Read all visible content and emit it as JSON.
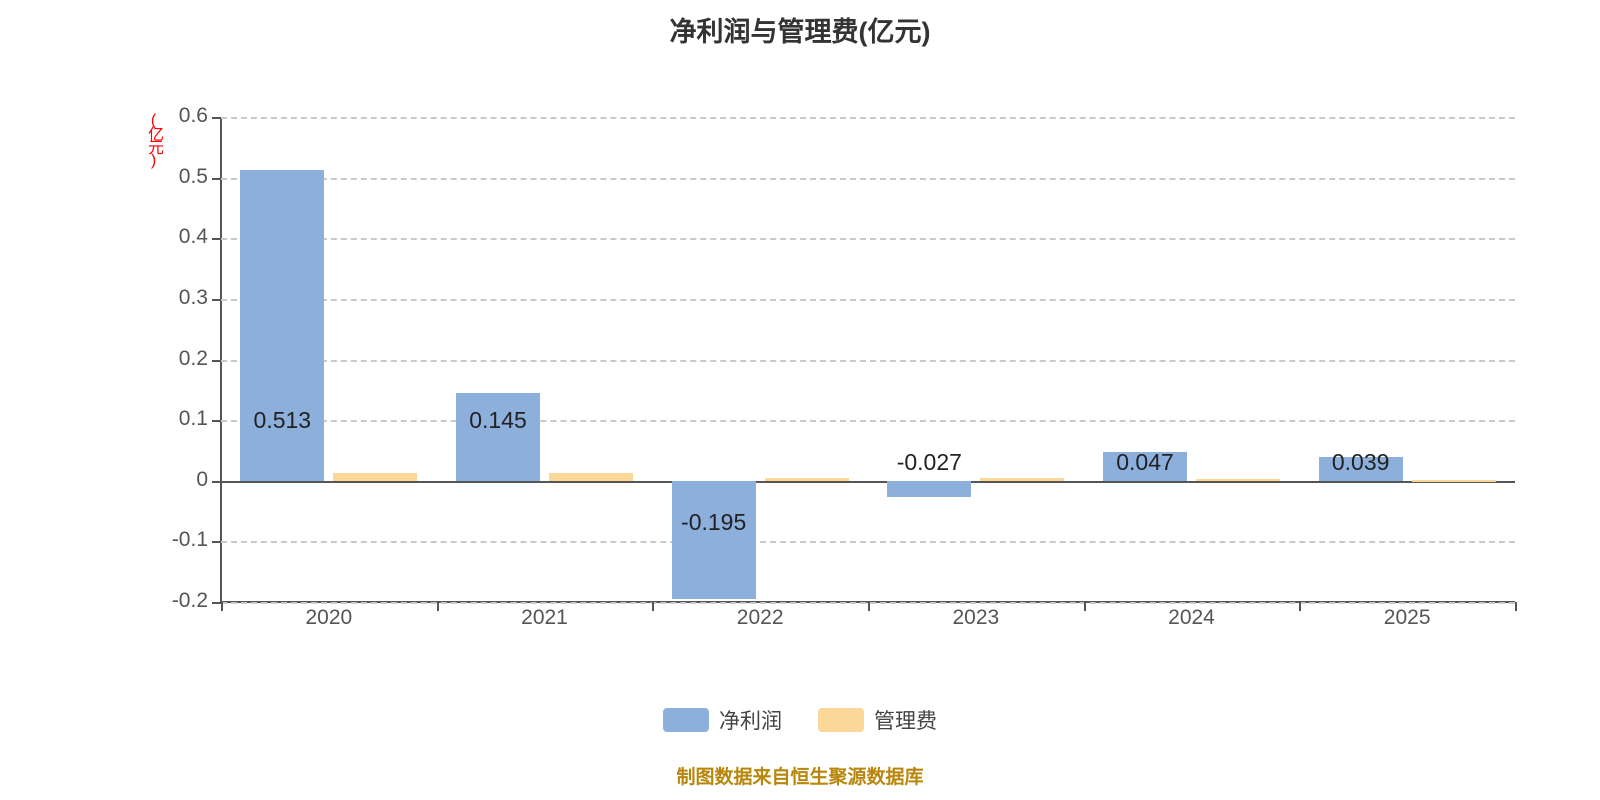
{
  "header": {
    "title": "净利润与管理费(亿元)"
  },
  "axes": {
    "y_unit_label": "(亿元)",
    "y_ticks": [
      "0.6",
      "0.5",
      "0.4",
      "0.3",
      "0.2",
      "0.1",
      "0",
      "-0.1",
      "-0.2"
    ],
    "x_ticks": [
      "2020",
      "2021",
      "2022",
      "2023",
      "2024",
      "2025"
    ]
  },
  "legend": {
    "items": [
      {
        "label": "净利润",
        "color": "#8CAFDC",
        "key": "net-profit"
      },
      {
        "label": "管理费",
        "color": "#FBD79A",
        "key": "admin-expense"
      }
    ]
  },
  "footer": {
    "note": "制图数据来自恒生聚源数据库"
  },
  "colors": {
    "net_profit": "#8CAFDC",
    "admin_expense": "#FBD79A",
    "grid": "#c9c9c9",
    "axis": "#555555",
    "title": "#333333",
    "unit": "#ff0000",
    "footer": "#b8860b"
  },
  "chart_data": {
    "type": "bar",
    "title": "净利润与管理费(亿元)",
    "xlabel": "",
    "ylabel": "(亿元)",
    "ylim": [
      -0.2,
      0.6
    ],
    "ytick_step": 0.1,
    "grid": true,
    "legend_position": "bottom",
    "categories": [
      "2020",
      "2021",
      "2022",
      "2023",
      "2024",
      "2025"
    ],
    "series": [
      {
        "name": "净利润",
        "color": "#8CAFDC",
        "values": [
          0.513,
          0.145,
          -0.195,
          -0.027,
          0.047,
          0.039
        ],
        "labels": [
          "0.513",
          "0.145",
          "-0.195",
          "-0.027",
          "0.047",
          "0.039"
        ]
      },
      {
        "name": "管理费",
        "color": "#FBD79A",
        "values": [
          0.012,
          0.012,
          0.004,
          0.004,
          0.003,
          0.002
        ],
        "labels": [
          "",
          "",
          "",
          "",
          "",
          ""
        ]
      }
    ]
  }
}
